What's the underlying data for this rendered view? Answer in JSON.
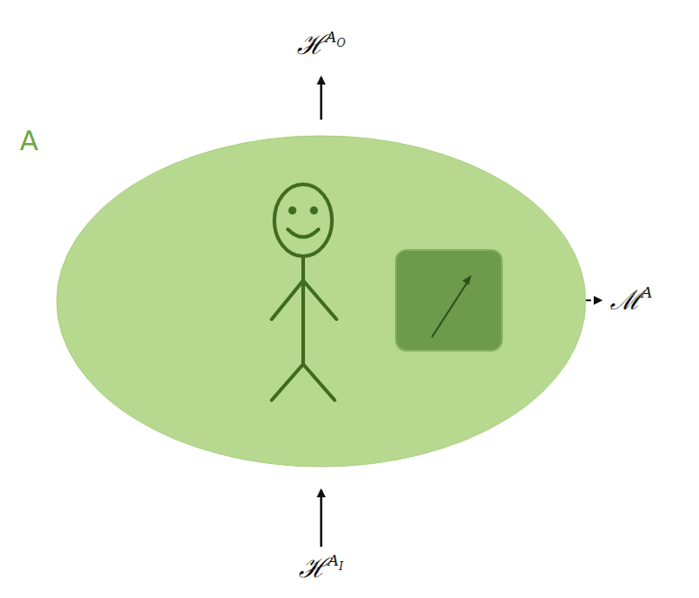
{
  "diagram": {
    "nodes": [
      {
        "text": [
          "A"
        ]
      }
    ],
    "labels": [
      "ℋ",
      "A",
      "O",
      "ℳ",
      "A",
      "ℋ",
      "A",
      "I"
    ]
  }
}
